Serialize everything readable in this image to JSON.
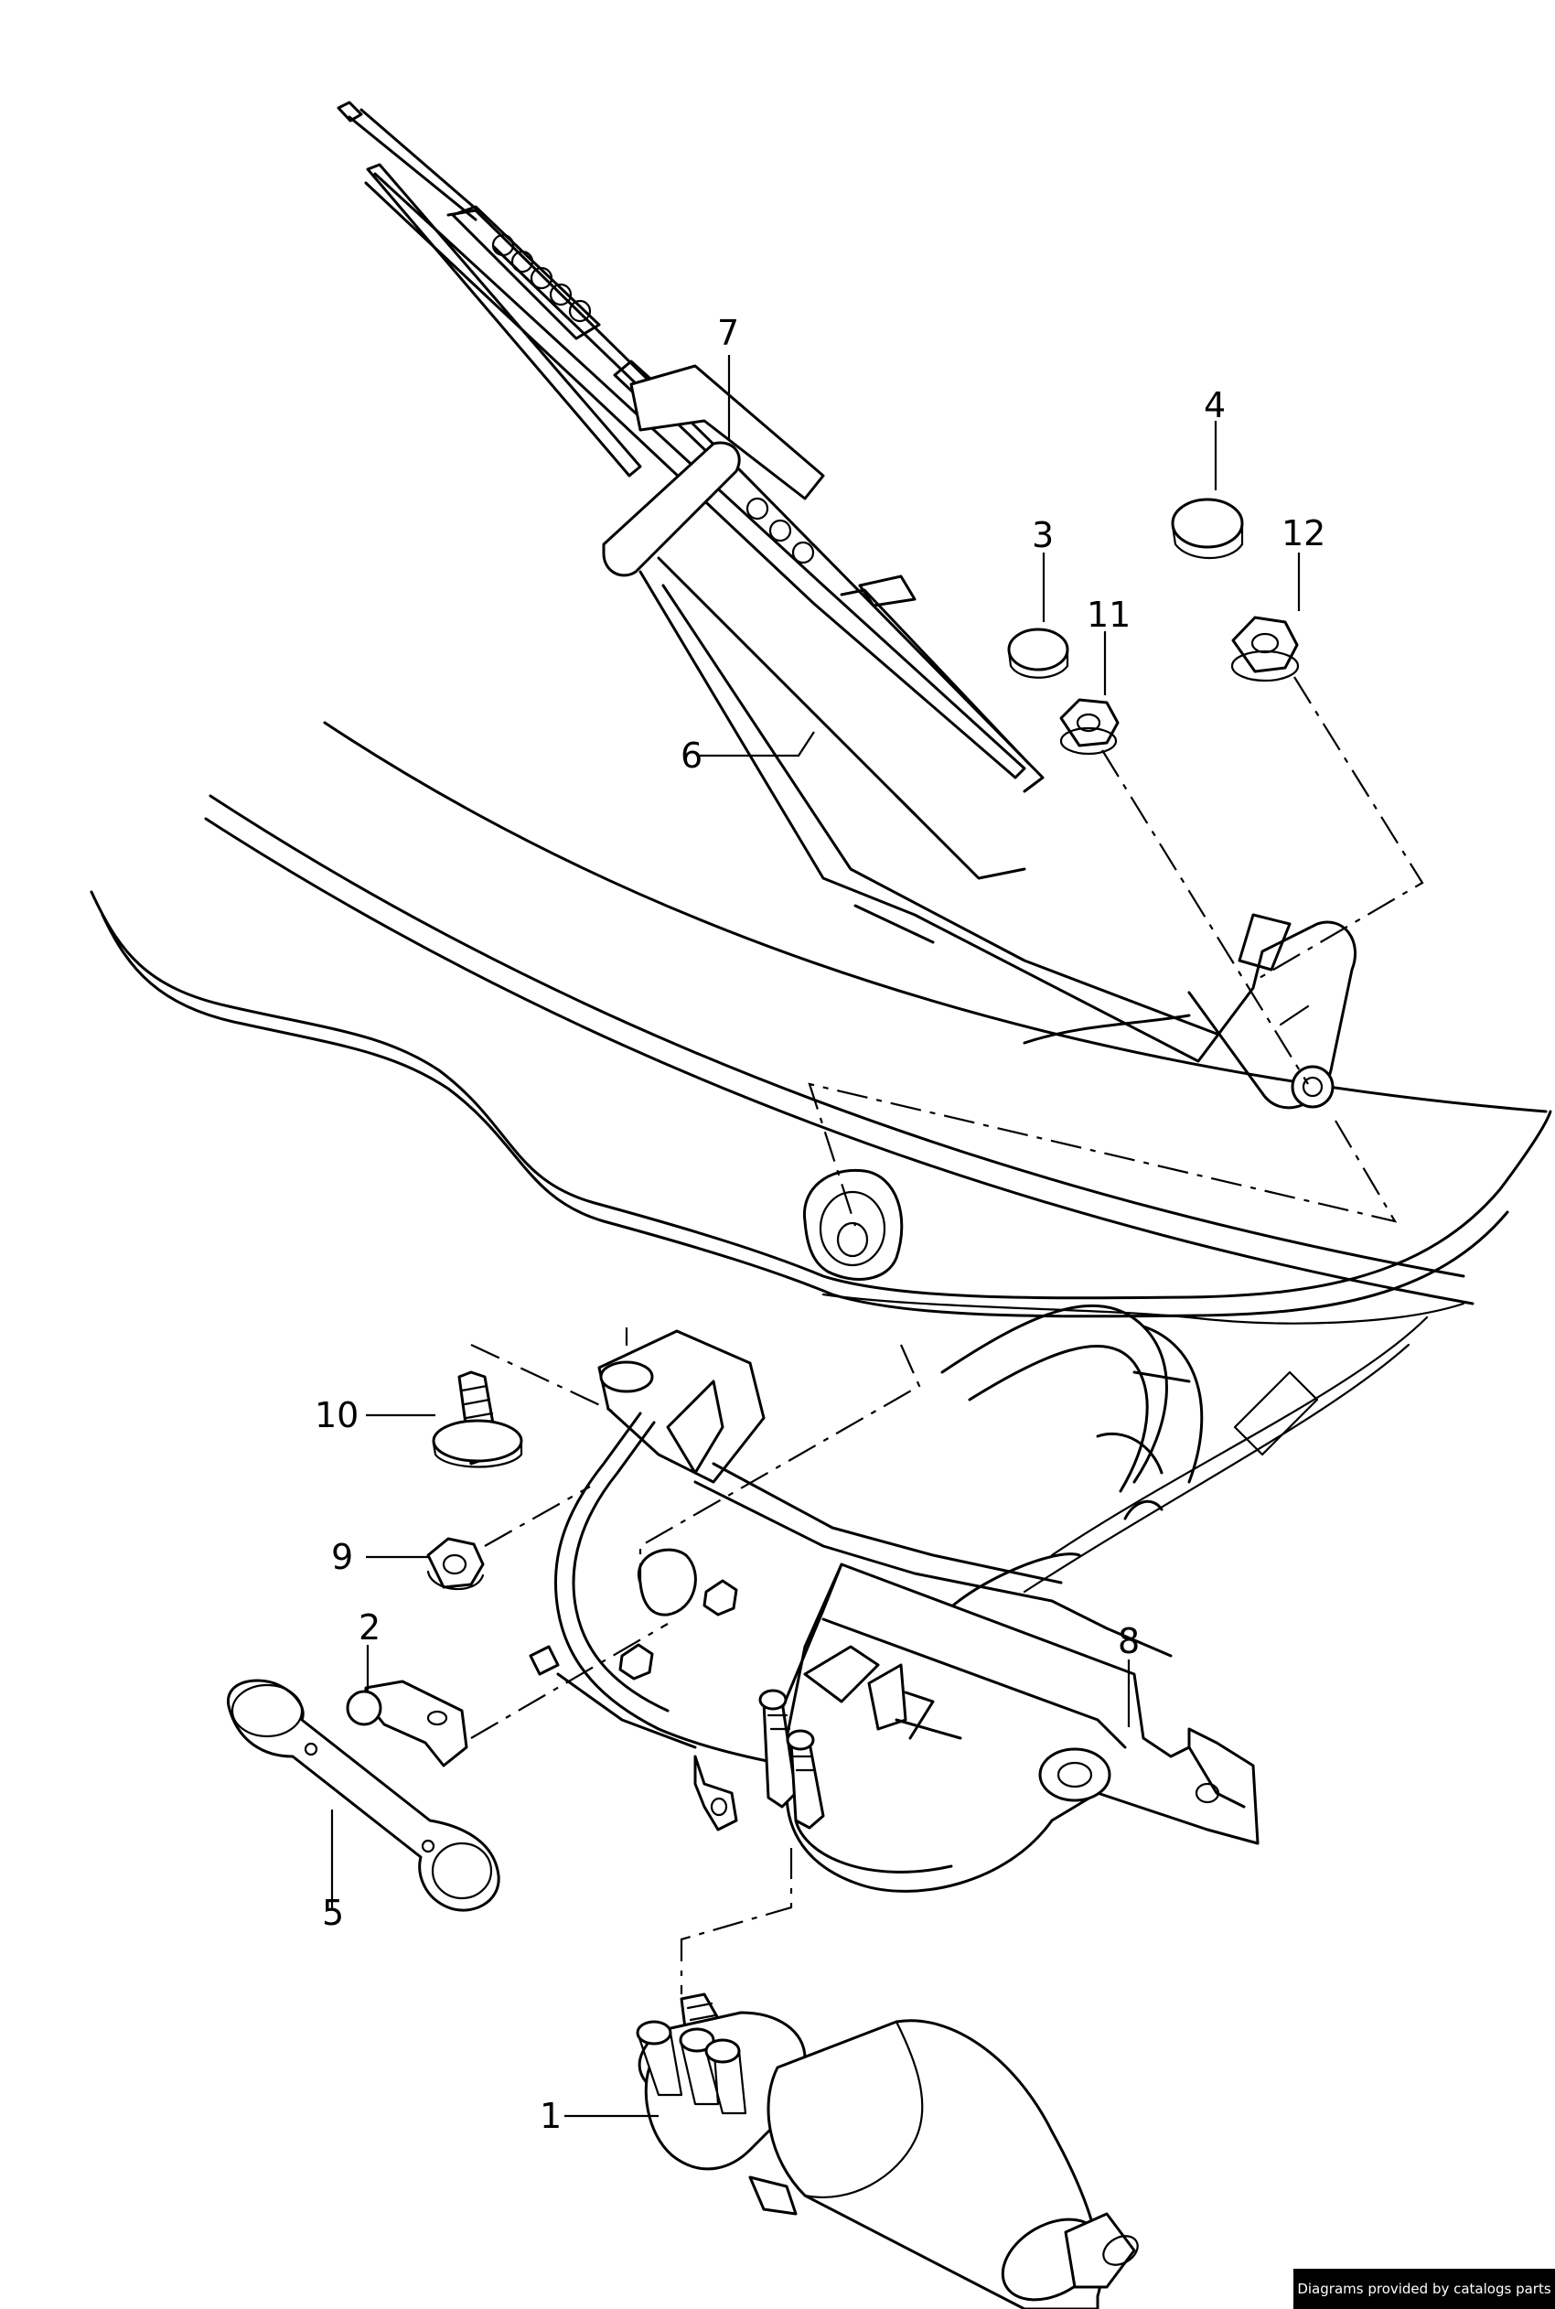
{
  "callouts": {
    "c1": "1",
    "c2": "2",
    "c3": "3",
    "c4": "4",
    "c5": "5",
    "c6": "6",
    "c7": "7",
    "c8": "8",
    "c9": "9",
    "c10": "10",
    "c11": "11",
    "c12": "12"
  },
  "footer": {
    "credit": "Diagrams provided by catalogs parts"
  }
}
